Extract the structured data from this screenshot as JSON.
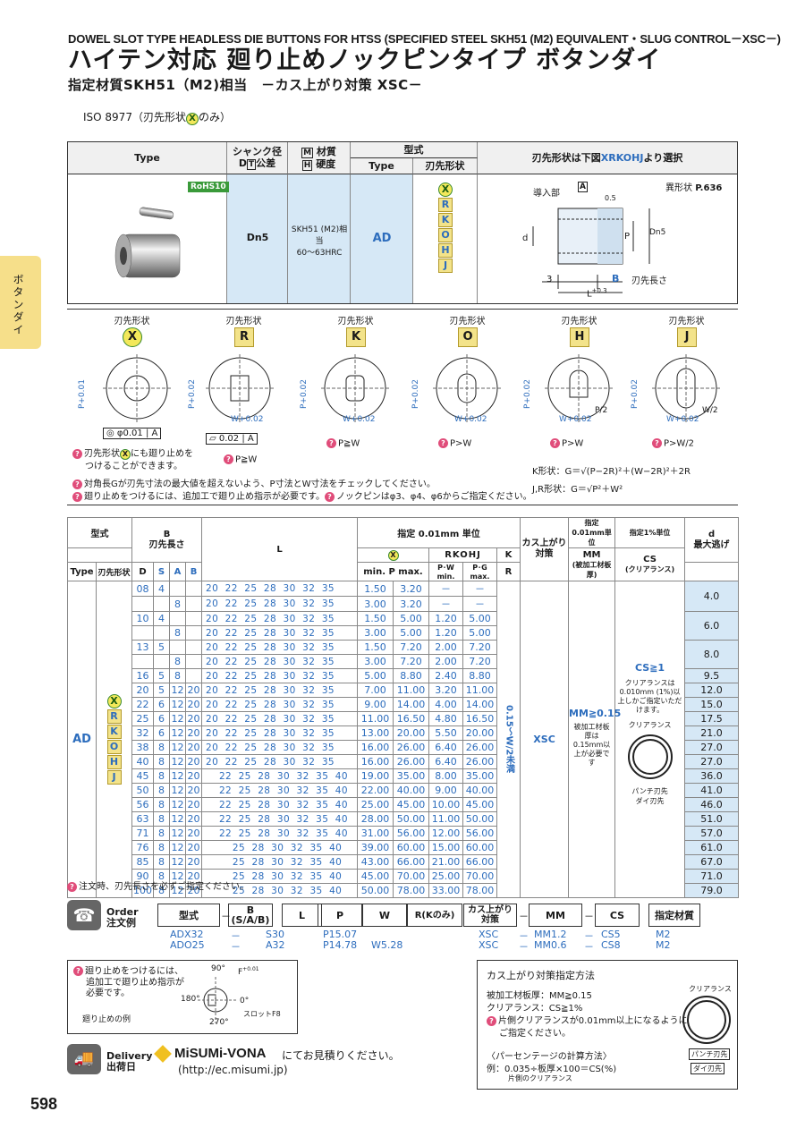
{
  "header": {
    "title_en": "DOWEL SLOT TYPE HEADLESS DIE BUTTONS FOR HTSS (SPECIFIED STEEL SKH51 (M2) EQUIVALENT・SLUG CONTROL－XSC－)",
    "title_jp": "ハイテン対応 廻り止めノックピンタイプ ボタンダイ",
    "subtitle_jp": "指定材質SKH51（M2)相当　－カス上がり対策 XSC－"
  },
  "iso": {
    "prefix": "ISO 8977（刃先形状",
    "mark": "X",
    "suffix": "のみ）"
  },
  "side_tab": "ボタンダイ",
  "top_table": {
    "h_type": "Type",
    "h_shank_1": "シャンク径",
    "h_shank_2": "D",
    "h_shank_3": "T",
    "h_shank_4": "公差",
    "h_mat_1": "M",
    "h_mat_2": "材質",
    "h_mat_3": "H",
    "h_mat_4": "硬度",
    "h_katashiki": "型式",
    "h_type2": "Type",
    "h_hasaki": "刃先形状",
    "h_select": "刃先形状は下図",
    "h_select_codes": "XRKOHJ",
    "h_select_suffix": "より選択",
    "rohs": "RoHS",
    "rohs_num": "10",
    "shank_value": "Dn5",
    "material": "SKH51 (M2)相当",
    "hardness": "60～63HRC",
    "type_value": "AD",
    "shapes": [
      "X",
      "R",
      "K",
      "O",
      "H",
      "J"
    ],
    "diagram": {
      "intro": "導入部",
      "a_box": "A",
      "angle": "0.5",
      "odd_shape": "異形状",
      "odd_ref": "P.636",
      "d": "d",
      "p": "P",
      "dn5": "Dn5",
      "three": "3",
      "b": "B",
      "l": "L",
      "tol": "+0.3",
      "tol0": "0",
      "blade_len": "刃先長さ"
    }
  },
  "shapes_row": {
    "label": "刃先形状",
    "items": [
      {
        "code": "X",
        "cond": "",
        "tol": "P+0.01"
      },
      {
        "code": "R",
        "cond": "",
        "tol": "P+0.02"
      },
      {
        "code": "K",
        "cond": "P≧W",
        "tol": "P+0.02"
      },
      {
        "code": "O",
        "cond": "P>W",
        "tol": "P+0.02"
      },
      {
        "code": "H",
        "cond": "P>W",
        "tol": "P+0.02"
      },
      {
        "code": "J",
        "cond": "P>W/2",
        "tol": "P+0.02"
      }
    ],
    "coax": "φ0.01",
    "coax_ref": "A",
    "flat": "0.02",
    "flat_ref": "A",
    "r_cond": "P≧W",
    "w_tol": "W+0.02",
    "p2": "P/2",
    "w2": "W/2",
    "note_x1": "刃先形状",
    "note_x2": "にも廻り止めを",
    "note_x3": "つけることができます。",
    "note1": "対角長Gが刃先寸法の最大値を超えないよう、P寸法とW寸法をチェックしてください。",
    "note2": "廻り止めをつけるには、追加工で廻り止め指示が必要です。",
    "note2b": "ノックピンはφ3、φ4、φ6からご指定ください。",
    "formula_k": "K形状：G＝√(P−2R)²＋(W−2R)²＋2R",
    "formula_jr": "J,R形状：G＝√P²＋W²"
  },
  "main_table": {
    "h_katashiki": "型式",
    "h_type": "Type",
    "h_shape": "刃先形状",
    "h_b": "B",
    "h_b_label": "刃先長さ",
    "h_d": "D",
    "h_s": "S",
    "h_a": "A",
    "h_bb": "B",
    "h_l": "L",
    "h_shitei": "指定 0.01mm 単位",
    "h_x": "X",
    "h_rkohj": "RKOHJ",
    "h_k": "K",
    "h_minmax": "min. P max.",
    "h_pw_min": "P･W min.",
    "h_pg_max": "P･G max.",
    "h_r": "R",
    "h_kasu": "カス上がり対策",
    "h_mm_unit": "指定0.01mm単位",
    "h_mm": "MM",
    "h_mm_sub": "(被加工材板厚)",
    "h_cs_unit": "指定1%単位",
    "h_cs": "CS",
    "h_cs_sub": "(クリアランス)",
    "h_dmax_1": "d",
    "h_dmax_2": "最大逃げ",
    "type_value": "AD",
    "shapes": [
      "X",
      "R",
      "K",
      "O",
      "H",
      "J"
    ],
    "r_range": "0.15～W/2未満",
    "kasu_value": "XSC",
    "mm_value": "MM≧0.15",
    "mm_note": "被加工材板厚は0.15mm以上が必要です",
    "cs_value": "CS≧1",
    "cs_note": "クリアランスは0.010mm (1%)以上しかご指定いただけます。",
    "cs_clear": "クリアランス",
    "cs_punch": "パンチ刃先",
    "cs_die": "ダイ刃先",
    "rows": [
      {
        "D": "08",
        "S": "4",
        "A": "",
        "B": "",
        "L": "20  22  25  28  30  32  35",
        "xmin": "1.50",
        "xmax": "3.20",
        "pwmin": "－",
        "pgmax": "－",
        "d": "4.0",
        "first": true
      },
      {
        "D": "",
        "S": "",
        "A": "8",
        "B": "",
        "L": "20  22  25  28  30  32  35",
        "xmin": "3.00",
        "xmax": "3.20",
        "pwmin": "－",
        "pgmax": "－",
        "d": ""
      },
      {
        "D": "10",
        "S": "4",
        "A": "",
        "B": "",
        "L": "20  22  25  28  30  32  35",
        "xmin": "1.50",
        "xmax": "5.00",
        "pwmin": "1.20",
        "pgmax": "5.00",
        "d": "6.0",
        "first": true
      },
      {
        "D": "",
        "S": "",
        "A": "8",
        "B": "",
        "L": "20  22  25  28  30  32  35",
        "xmin": "3.00",
        "xmax": "5.00",
        "pwmin": "1.20",
        "pgmax": "5.00",
        "d": ""
      },
      {
        "D": "13",
        "S": "5",
        "A": "",
        "B": "",
        "L": "20  22  25  28  30  32  35",
        "xmin": "1.50",
        "xmax": "7.20",
        "pwmin": "2.00",
        "pgmax": "7.20",
        "d": "8.0",
        "first": true
      },
      {
        "D": "",
        "S": "",
        "A": "8",
        "B": "",
        "L": "20  22  25  28  30  32  35",
        "xmin": "3.00",
        "xmax": "7.20",
        "pwmin": "2.00",
        "pgmax": "7.20",
        "d": ""
      },
      {
        "D": "16",
        "S": "5",
        "A": "8",
        "B": "",
        "L": "20  22  25  28  30  32  35",
        "xmin": "5.00",
        "xmax": "8.80",
        "pwmin": "2.40",
        "pgmax": "8.80",
        "d": "9.5"
      },
      {
        "D": "20",
        "S": "5",
        "A": "12",
        "B": "20",
        "L": "20  22  25  28  30  32  35",
        "xmin": "7.00",
        "xmax": "11.00",
        "pwmin": "3.20",
        "pgmax": "11.00",
        "d": "12.0"
      },
      {
        "D": "22",
        "S": "6",
        "A": "12",
        "B": "20",
        "L": "20  22  25  28  30  32  35",
        "xmin": "9.00",
        "xmax": "14.00",
        "pwmin": "4.00",
        "pgmax": "14.00",
        "d": "15.0"
      },
      {
        "D": "25",
        "S": "6",
        "A": "12",
        "B": "20",
        "L": "20  22  25  28  30  32  35",
        "xmin": "11.00",
        "xmax": "16.50",
        "pwmin": "4.80",
        "pgmax": "16.50",
        "d": "17.5"
      },
      {
        "D": "32",
        "S": "6",
        "A": "12",
        "B": "20",
        "L": "20  22  25  28  30  32  35",
        "xmin": "13.00",
        "xmax": "20.00",
        "pwmin": "5.50",
        "pgmax": "20.00",
        "d": "21.0"
      },
      {
        "D": "38",
        "S": "8",
        "A": "12",
        "B": "20",
        "L": "20  22  25  28  30  32  35",
        "xmin": "16.00",
        "xmax": "26.00",
        "pwmin": "6.40",
        "pgmax": "26.00",
        "d": "27.0"
      },
      {
        "D": "40",
        "S": "8",
        "A": "12",
        "B": "20",
        "L": "20  22  25  28  30  32  35",
        "xmin": "16.00",
        "xmax": "26.00",
        "pwmin": "6.40",
        "pgmax": "26.00",
        "d": "27.0"
      },
      {
        "D": "45",
        "S": "8",
        "A": "12",
        "B": "20",
        "L": "    22  25  28  30  32  35  40",
        "xmin": "19.00",
        "xmax": "35.00",
        "pwmin": "8.00",
        "pgmax": "35.00",
        "d": "36.0"
      },
      {
        "D": "50",
        "S": "8",
        "A": "12",
        "B": "20",
        "L": "    22  25  28  30  32  35  40",
        "xmin": "22.00",
        "xmax": "40.00",
        "pwmin": "9.00",
        "pgmax": "40.00",
        "d": "41.0"
      },
      {
        "D": "56",
        "S": "8",
        "A": "12",
        "B": "20",
        "L": "    22  25  28  30  32  35  40",
        "xmin": "25.00",
        "xmax": "45.00",
        "pwmin": "10.00",
        "pgmax": "45.00",
        "d": "46.0"
      },
      {
        "D": "63",
        "S": "8",
        "A": "12",
        "B": "20",
        "L": "    22  25  28  30  32  35  40",
        "xmin": "28.00",
        "xmax": "50.00",
        "pwmin": "11.00",
        "pgmax": "50.00",
        "d": "51.0"
      },
      {
        "D": "71",
        "S": "8",
        "A": "12",
        "B": "20",
        "L": "    22  25  28  30  32  35  40",
        "xmin": "31.00",
        "xmax": "56.00",
        "pwmin": "12.00",
        "pgmax": "56.00",
        "d": "57.0"
      },
      {
        "D": "76",
        "S": "8",
        "A": "12",
        "B": "20",
        "L": "        25  28  30  32  35  40",
        "xmin": "39.00",
        "xmax": "60.00",
        "pwmin": "15.00",
        "pgmax": "60.00",
        "d": "61.0"
      },
      {
        "D": "85",
        "S": "8",
        "A": "12",
        "B": "20",
        "L": "        25  28  30  32  35  40",
        "xmin": "43.00",
        "xmax": "66.00",
        "pwmin": "21.00",
        "pgmax": "66.00",
        "d": "67.0"
      },
      {
        "D": "90",
        "S": "8",
        "A": "12",
        "B": "20",
        "L": "        25  28  30  32  35  40",
        "xmin": "45.00",
        "xmax": "70.00",
        "pwmin": "25.00",
        "pgmax": "70.00",
        "d": "71.0"
      },
      {
        "D": "100",
        "S": "8",
        "A": "12",
        "B": "20",
        "L": "        25  28  30  32  35  40",
        "xmin": "50.00",
        "xmax": "78.00",
        "pwmin": "33.00",
        "pgmax": "78.00",
        "d": "79.0"
      }
    ],
    "footnote": "注文時、刃先長さを必ずご指定ください。"
  },
  "order": {
    "label_en": "Order",
    "label_jp": "注文例",
    "boxes": [
      "型式",
      "B (S/A/B)",
      "L",
      "P",
      "W",
      "R(Kのみ)",
      "カス上がり対策",
      "MM",
      "CS",
      "指定材質"
    ],
    "dash": "－",
    "ex1": [
      "ADX32",
      "－",
      "S30",
      "P15.07",
      "",
      "XSC",
      "－",
      "MM1.2",
      "－",
      "CS5",
      "M2"
    ],
    "ex2": [
      "ADO25",
      "－",
      "A32",
      "P14.78",
      "W5.28",
      "XSC",
      "－",
      "MM0.6",
      "－",
      "CS8",
      "M2"
    ]
  },
  "rotate_box": {
    "l1": "廻り止めをつけるには、",
    "l2": "追加工で廻り止め指示が",
    "l3": "必要です。",
    "caption": "廻り止めの例",
    "a90": "90°",
    "a180": "180°",
    "a0": "0°",
    "a270": "270°",
    "f": "F",
    "ftol": "+0.01",
    "slot": "スロットF8"
  },
  "kasu_box": {
    "title": "カス上がり対策指定方法",
    "line1": "被加工材板厚：MM≧0.15",
    "line2": "クリアランス：CS≧1%",
    "line3": "片側クリアランスが0.01mm以上になるように",
    "line4": "ご指定ください。",
    "calc_title": "〈パーセンテージの計算方法〉",
    "calc": "例：0.035÷板厚×100＝CS(%)",
    "calc_sub": "片側のクリアランス",
    "clear": "クリアランス",
    "punch": "パンチ刃先",
    "die": "ダイ刃先"
  },
  "delivery": {
    "label_en": "Delivery",
    "label_jp": "出荷日",
    "brand": "MiSUMi-VONA",
    "text": "にてお見積りください。",
    "url": "(http://ec.misumi.jp)"
  },
  "page_number": "598",
  "colors": {
    "blue_fill": "#d6e8f6",
    "blue_text": "#2d6dbd",
    "tab": "#f6df8a",
    "shape_yellow": "#f3e38a",
    "note_pink": "#e04d7a"
  }
}
